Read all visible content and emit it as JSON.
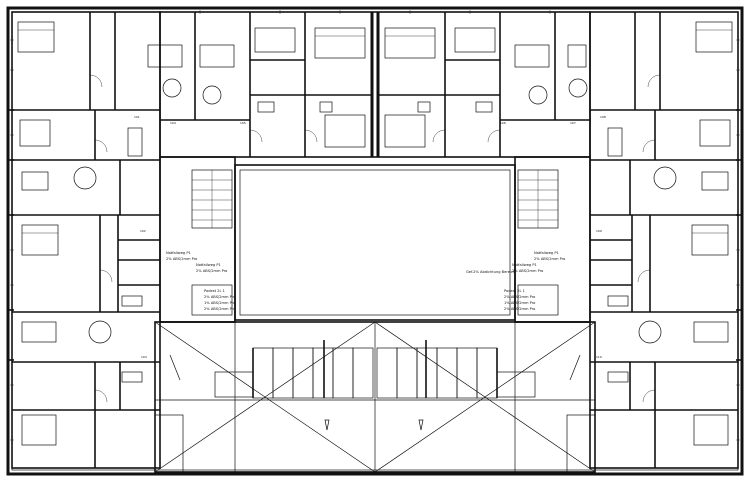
{
  "labels": {
    "stair_left": [
      "Notfallweg P1",
      "2% ABS/2mm Pro",
      "Notfallweg P1",
      "2% ABS/2mm Pro"
    ],
    "stair_right": [
      "Notfallweg P1",
      "2% ABS/2mm Pro",
      "Notfallweg P1",
      "2% ABS/2mm Pro"
    ],
    "corridor_left": [
      "Podest 2L 1",
      "2% ABS/2mm Pro",
      "1% ABS/2mm Pro",
      "2% ABS/2mm Pro"
    ],
    "corridor_right": [
      "Podest 2L 1",
      "2% ABS/2mm Pro",
      "1% ABS/2mm Pro",
      "2% ABS/2mm Pro"
    ],
    "courtyard_note": "Gef.2% Abdichtung Bereich",
    "room_tags": [
      "101",
      "102",
      "103",
      "104",
      "105",
      "106",
      "107",
      "108",
      "109",
      "110"
    ]
  },
  "colors": {
    "lines": "#111111",
    "background": "#ffffff"
  }
}
